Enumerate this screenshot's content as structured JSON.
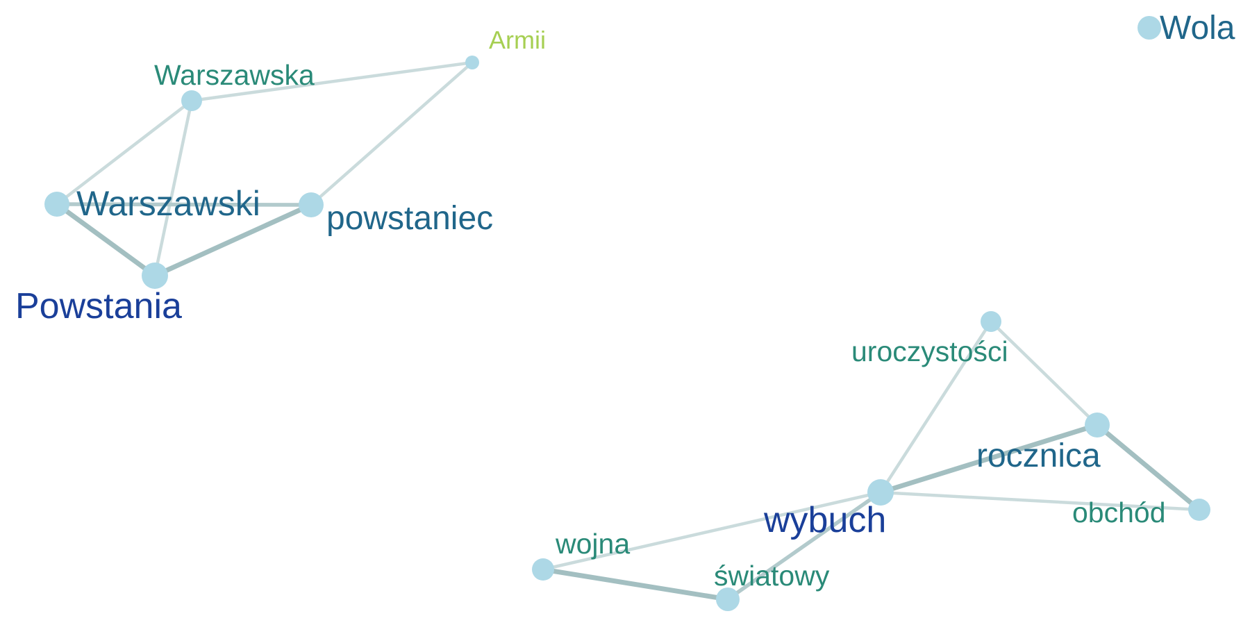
{
  "graph": {
    "type": "word-cooccurrence-network",
    "colors": {
      "node_fill": "#add8e6",
      "edge": "#a8c4c6",
      "label_dark_blue": "#1a3f99",
      "label_teal_blue": "#20668a",
      "label_teal_green": "#2a8a78",
      "label_light_green": "#a6cf52"
    },
    "nodes": [
      {
        "id": "warszawska",
        "label": "Warszawska",
        "color": "#2a8a78"
      },
      {
        "id": "armii",
        "label": "Armii",
        "color": "#a6cf52"
      },
      {
        "id": "warszawski",
        "label": "Warszawski",
        "color": "#20668a"
      },
      {
        "id": "powstaniec",
        "label": "powstaniec",
        "color": "#20668a"
      },
      {
        "id": "powstania",
        "label": "Powstania",
        "color": "#1a3f99"
      },
      {
        "id": "wola",
        "label": "Wola",
        "color": "#20668a"
      },
      {
        "id": "uroczystosci",
        "label": "uroczystości",
        "color": "#2a8a78"
      },
      {
        "id": "rocznica",
        "label": "rocznica",
        "color": "#20668a"
      },
      {
        "id": "wybuch",
        "label": "wybuch",
        "color": "#1a3f99"
      },
      {
        "id": "obchod",
        "label": "obchód",
        "color": "#2a8a78"
      },
      {
        "id": "wojna",
        "label": "wojna",
        "color": "#2a8a78"
      },
      {
        "id": "swiatowy",
        "label": "światowy",
        "color": "#2a8a78"
      }
    ],
    "edges": [
      {
        "source": "warszawska",
        "target": "armii",
        "weight": 1
      },
      {
        "source": "warszawska",
        "target": "warszawski",
        "weight": 1
      },
      {
        "source": "warszawska",
        "target": "powstania",
        "weight": 1
      },
      {
        "source": "armii",
        "target": "powstaniec",
        "weight": 1
      },
      {
        "source": "warszawski",
        "target": "powstaniec",
        "weight": 2
      },
      {
        "source": "warszawski",
        "target": "powstania",
        "weight": 3
      },
      {
        "source": "powstania",
        "target": "powstaniec",
        "weight": 3
      },
      {
        "source": "uroczystosci",
        "target": "rocznica",
        "weight": 1
      },
      {
        "source": "uroczystosci",
        "target": "wybuch",
        "weight": 1
      },
      {
        "source": "wybuch",
        "target": "rocznica",
        "weight": 3
      },
      {
        "source": "rocznica",
        "target": "obchod",
        "weight": 3
      },
      {
        "source": "wybuch",
        "target": "obchod",
        "weight": 1
      },
      {
        "source": "wybuch",
        "target": "wojna",
        "weight": 1
      },
      {
        "source": "wybuch",
        "target": "swiatowy",
        "weight": 2
      },
      {
        "source": "wojna",
        "target": "swiatowy",
        "weight": 3
      }
    ]
  }
}
